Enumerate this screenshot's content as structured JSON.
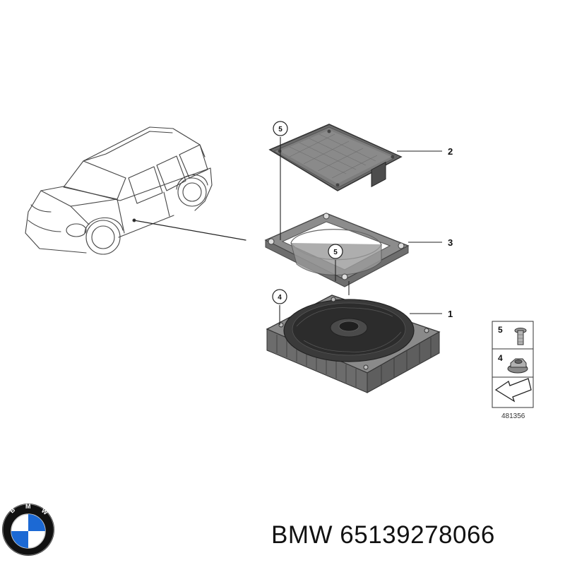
{
  "callouts": {
    "part_1": "1",
    "part_2": "2",
    "part_3": "3",
    "screw_ref_top": "5",
    "screw_ref_mid": "5",
    "nut_ref": "4"
  },
  "legend": {
    "screw_number": "5",
    "nut_number": "4",
    "diagram_code": "481356"
  },
  "brand_logo": {
    "lettering": "BMW",
    "colors": {
      "blue": "#1c69d4",
      "white": "#ffffff",
      "ring": "#111111"
    }
  },
  "caption": {
    "brand": "BMW",
    "part_number": "65139278066"
  },
  "icons": [
    "car-outline",
    "speaker-cover",
    "speaker-frame",
    "subwoofer-speaker",
    "screw-icon",
    "nut-icon",
    "arrow-icon",
    "bmw-logo"
  ]
}
